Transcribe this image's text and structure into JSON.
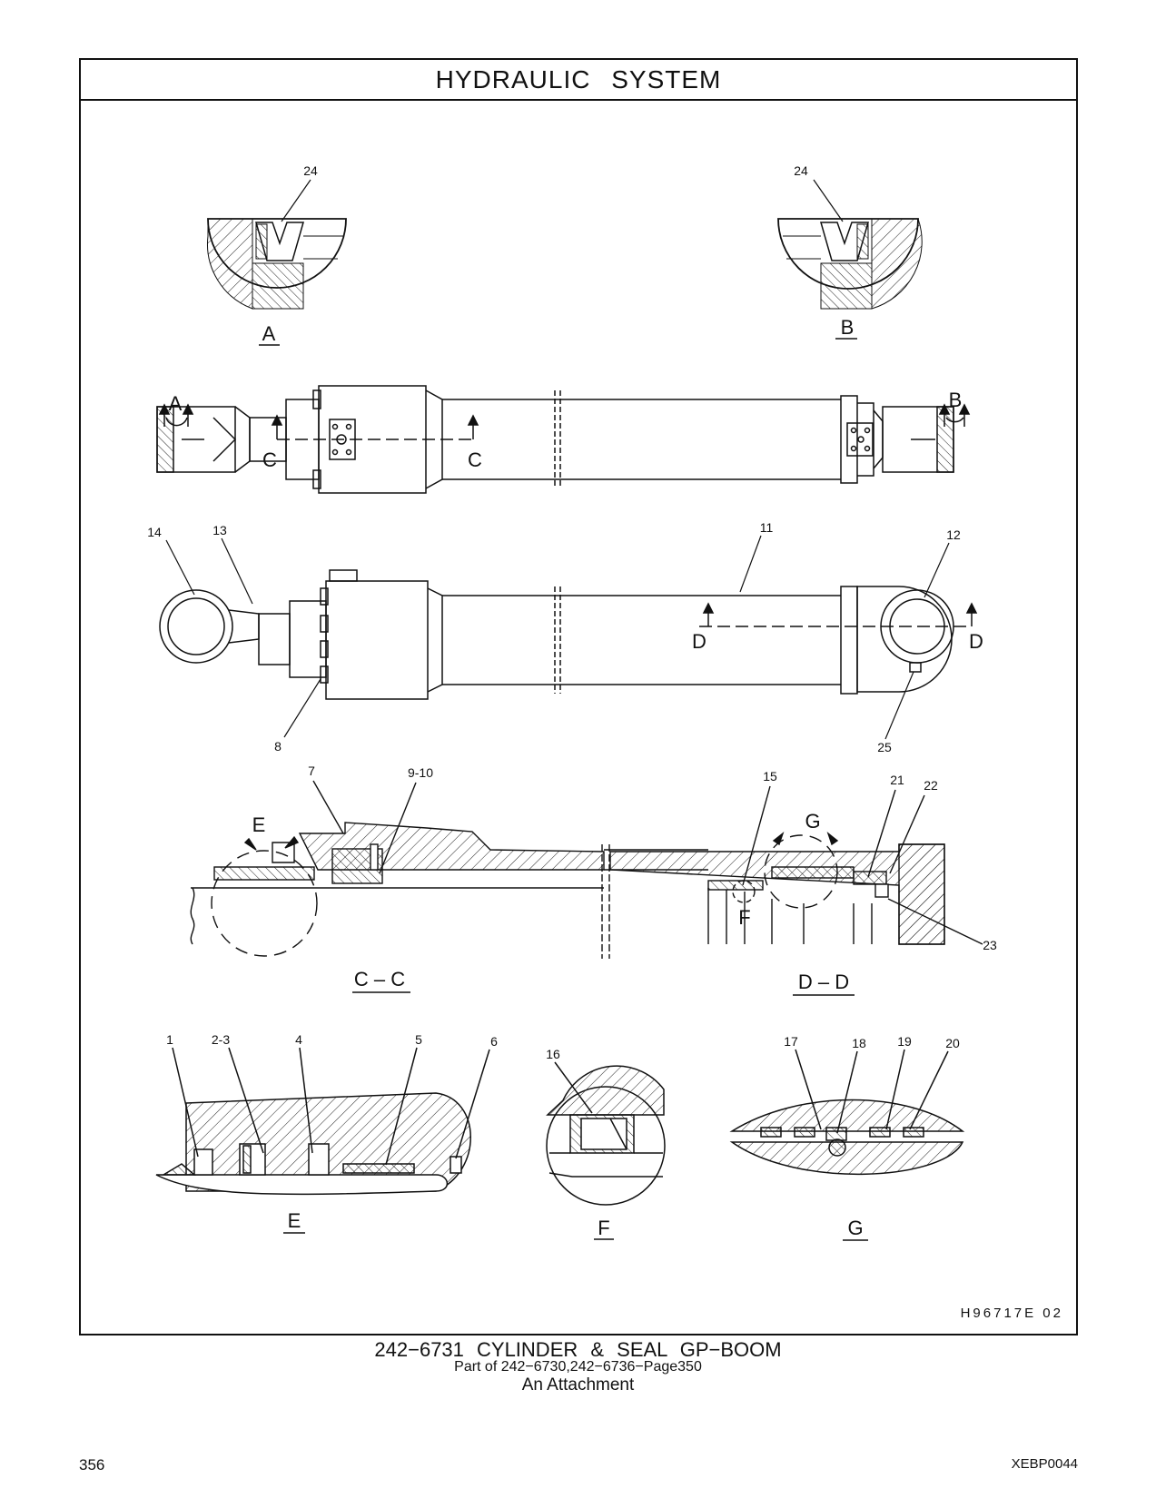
{
  "header": {
    "title": "HYDRAULIC   SYSTEM"
  },
  "drawing_ref": "H96717E    02",
  "caption": {
    "main": "242−6731   CYLINDER  &  SEAL  GP−BOOM",
    "sub": "Part of 242−6730,242−6736−Page350",
    "sub2": "An Attachment"
  },
  "footer": {
    "page_number": "356",
    "doc_code": "XEBP0044"
  },
  "view_labels": {
    "A": "A",
    "B": "B",
    "CC": "C – C",
    "DD": "D – D",
    "E": "E",
    "F": "F",
    "G": "G",
    "C": "C",
    "D": "D"
  },
  "callouts": {
    "c24a": "24",
    "c24b": "24",
    "c14": "14",
    "c13": "13",
    "c11": "11",
    "c12": "12",
    "c8": "8",
    "c25": "25",
    "c7": "7",
    "c910": "9-10",
    "c15": "15",
    "c21": "21",
    "c22": "22",
    "c23": "23",
    "c1": "1",
    "c23b": "2-3",
    "c4": "4",
    "c5": "5",
    "c6": "6",
    "c16": "16",
    "c17": "17",
    "c18": "18",
    "c19": "19",
    "c20": "20"
  }
}
